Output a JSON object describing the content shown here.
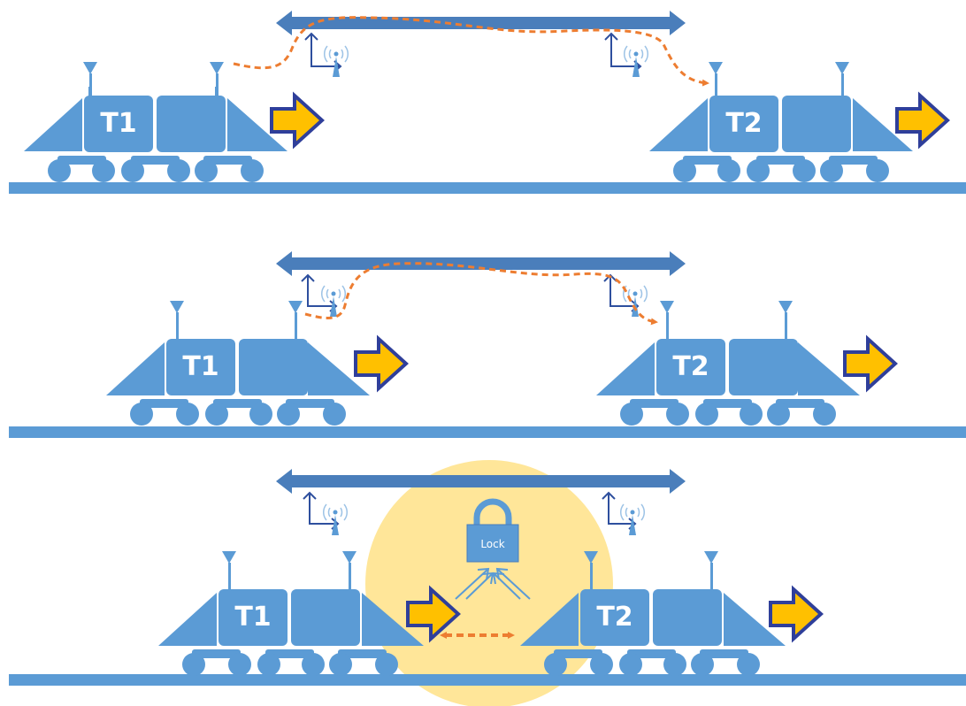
{
  "colors": {
    "train": "#5B9BD5",
    "rail": "#5B9BD5",
    "range_bar": "#4A7EBB",
    "radio": "#2E4F9E",
    "comm_path": "#ED7D31",
    "direction_fill": "#FFC000",
    "direction_stroke": "#2F3F9A",
    "lock_zone": "#FFE699"
  },
  "panels": [
    {
      "label_t1": "T1",
      "label_t2": "T2"
    },
    {
      "label_t1": "T1",
      "label_t2": "T2"
    },
    {
      "label_t1": "T1",
      "label_t2": "T2",
      "lock_label": "Lock"
    }
  ]
}
